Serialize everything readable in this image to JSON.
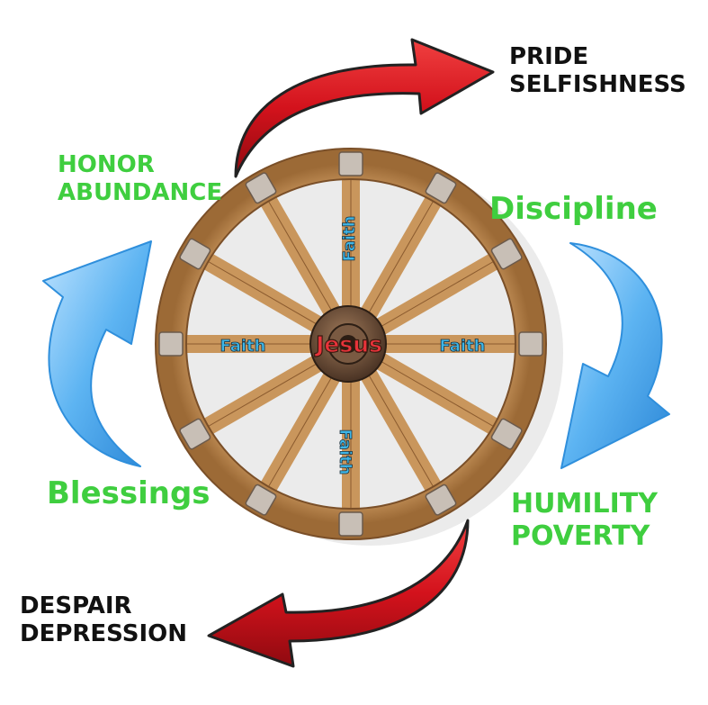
{
  "labels": {
    "pride": "PRIDE",
    "selfishness": "SELFISHNESS",
    "honor": "HONOR",
    "abundance": "ABUNDANCE",
    "discipline": "Discipline",
    "blessings": "Blessings",
    "humility": "HUMILITY",
    "poverty": "POVERTY",
    "despair": "DESPAIR",
    "depression": "DEPRESSION"
  },
  "wheel": {
    "hub": "Jesus",
    "spoke_top": "Faith",
    "spoke_left": "Faith",
    "spoke_right": "Faith",
    "spoke_bottom": "Faith"
  },
  "colors": {
    "green_text": "#3fce3f",
    "red_arrow": "#d3121c",
    "blue_arrow": "#4aa8ee",
    "wood": "#c9965c",
    "hub_text": "#e8333a",
    "faith_text": "#3fb6e6"
  }
}
